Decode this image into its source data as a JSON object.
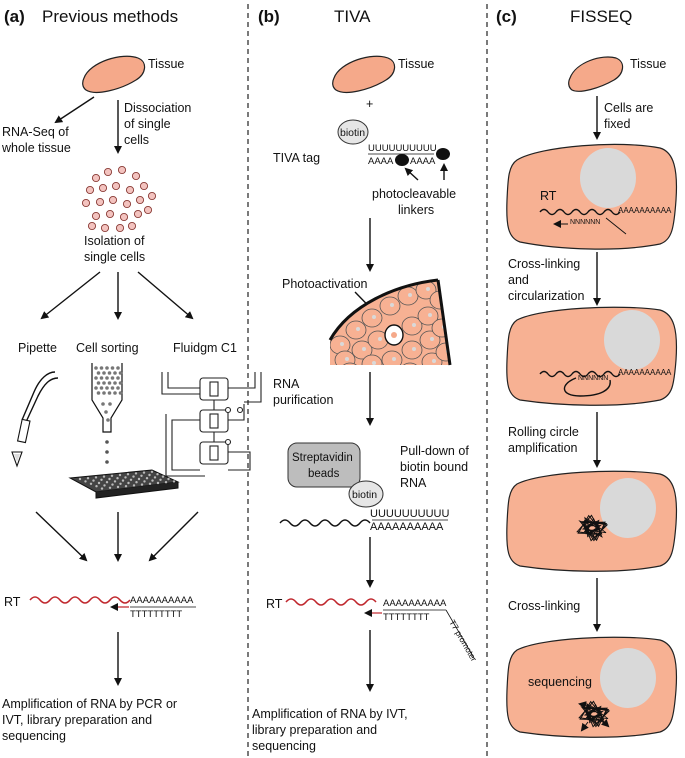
{
  "panel_a": {
    "label": "(a)",
    "title": "Previous methods",
    "tissue": "Tissue",
    "rnaseq_l1": "RNA-Seq of",
    "rnaseq_l2": "whole tissue",
    "dissoc_l1": "Dissociation",
    "dissoc_l2": "of single",
    "dissoc_l3": "cells",
    "iso_l1": "Isolation of",
    "iso_l2": "single cells",
    "pipette": "Pipette",
    "sorting": "Cell sorting",
    "fluidgm": "Fluidgm C1",
    "rt": "RT",
    "polyA": "AAAAAAAAAA",
    "polyT": "TTTTTTTTT",
    "amp_l1": "Amplification of RNA by PCR or",
    "amp_l2": "IVT, library preparation and",
    "amp_l3": "sequencing"
  },
  "panel_b": {
    "label": "(b)",
    "title": "TIVA",
    "tissue": "Tissue",
    "plus": "+",
    "biotin": "biotin",
    "tag_u": "UUUUUUUUUU",
    "tag_a1": "AAAA",
    "tag_a2": "AAAA",
    "tiva_tag": "TIVA tag",
    "photo_l1": "photocleavable",
    "photo_l2": "linkers",
    "photoactivation": "Photoactivation",
    "rnapur_l1": "RNA",
    "rnapur_l2": "purification",
    "strep_l1": "Streptavidin",
    "strep_l2": "beads",
    "pull_l1": "Pull-down of",
    "pull_l2": "biotin bound",
    "pull_l3": "RNA",
    "biotin2": "biotin",
    "u2": "UUUUUUUUUU",
    "a2": "AAAAAAAAAA",
    "rt": "RT",
    "a3": "AAAAAAAAAA",
    "t3": "TTTTTTTT",
    "t7": "T7 promoter",
    "amp_l1": "Amplification of RNA by  IVT,",
    "amp_l2": "library preparation and",
    "amp_l3": "sequencing"
  },
  "panel_c": {
    "label": "(c)",
    "title": "FISSEQ",
    "tissue": "Tissue",
    "fixed_l1": "Cells are",
    "fixed_l2": "fixed",
    "rt": "RT",
    "n1": "NNNNNN",
    "a1": "AAAAAAAAAA",
    "cross_l1": "Cross-linking",
    "cross_l2": "and",
    "cross_l3": "circularization",
    "n2": "NNNNNN",
    "a2": "AAAAAAAAAA",
    "roll_l1": "Rolling circle",
    "roll_l2": "amplification",
    "cross2": "Cross-linking",
    "sequencing": "sequencing"
  },
  "colors": {
    "tissue": "#f5a98a",
    "cell": "#f7b193",
    "nucleus": "#d9d9d9",
    "rna_red": "#c0282e",
    "beads": "#bdbdbd"
  }
}
